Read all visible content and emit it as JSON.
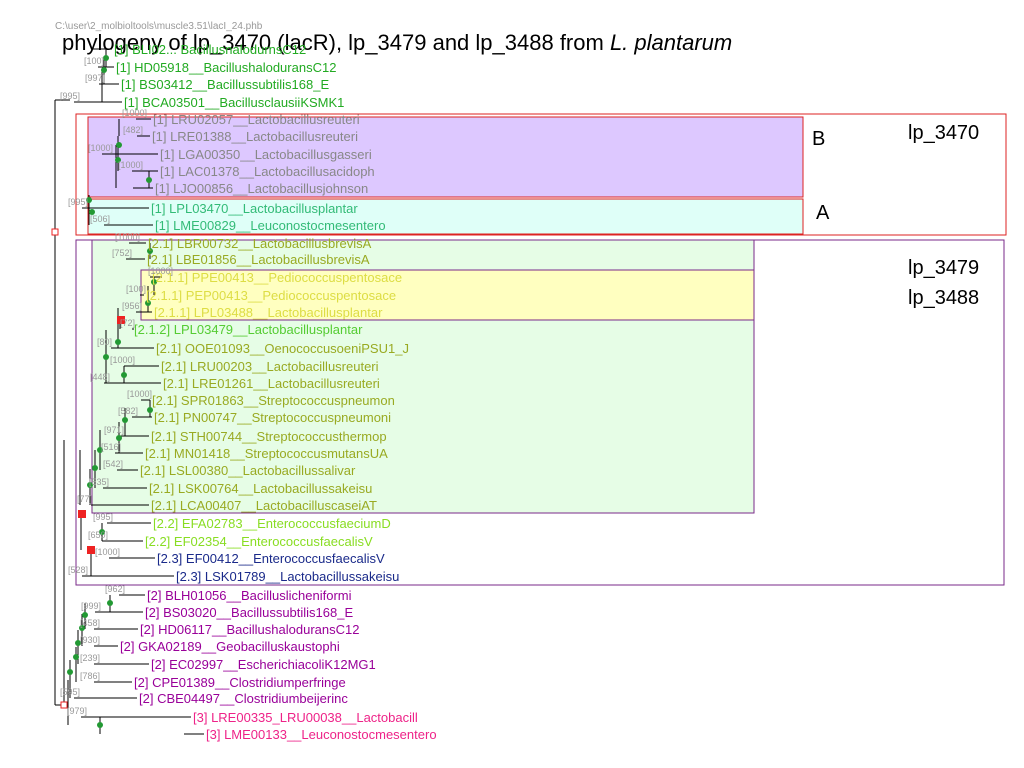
{
  "header": {
    "path": "C:\\user\\2_molbioltools\\muscle3.51\\lacI_24.phb",
    "title_main": "phylogeny of lp_3470 (lacR), lp_3479 and lp_3488 from ",
    "title_italic": "L. plantarum"
  },
  "labels": {
    "lp3470": "lp_3470",
    "lp3479": "lp_3479",
    "lp3488": "lp_3488",
    "B": "B",
    "A": "A"
  },
  "colors": {
    "group1": "#22aa22",
    "group_lactobac": "#888888",
    "group_lplant": "#33bb77",
    "group21": "#99aa22",
    "group211": "#dddd44",
    "group212": "#55cc33",
    "group22": "#88dd22",
    "group23": "#1a2a8a",
    "group2": "#990099",
    "group3": "#ee2288",
    "box_red": "#dd2222",
    "box_purple": "#7a2a8a",
    "fill_B": "#ddc8ff",
    "fill_A": "#dffff8",
    "fill_big": "#e6fde6",
    "fill_yellow": "#ffffc0",
    "node": "#229933",
    "node_red": "#ee2222"
  },
  "taxa": [
    {
      "label": "[1] BLI02... BacillusnalodurnsC12",
      "color": "#22aa22",
      "boot": ""
    },
    {
      "label": "[1] HD05918__BacillushaloduransC12",
      "color": "#22aa22",
      "boot": "[100]"
    },
    {
      "label": "[1] BS03412__Bacillussubtilis168_E",
      "color": "#22aa22",
      "boot": "[997]"
    },
    {
      "label": "[1] BCA03501__BacillusclausiiKSMK1",
      "color": "#22aa22",
      "boot": "[995]"
    },
    {
      "label": "[1] LRU02057__Lactobacillusreuteri",
      "color": "#888888",
      "boot": "[1000]"
    },
    {
      "label": "[1] LRE01388__Lactobacillusreuteri",
      "color": "#888888",
      "boot": "[482]"
    },
    {
      "label": "[1] LGA00350__Lactobacillusgasseri",
      "color": "#888888",
      "boot": "[1000]"
    },
    {
      "label": "[1] LAC01378__Lactobacillusacidoph",
      "color": "#888888",
      "boot": "[1000]"
    },
    {
      "label": "[1] LJO00856__Lactobacillusjohnson",
      "color": "#888888",
      "boot": ""
    },
    {
      "label": "[1] LPL03470__Lactobacillusplantar",
      "color": "#33bb77",
      "boot": "[995]"
    },
    {
      "label": "[1] LME00829__Leuconostocmesentero",
      "color": "#33bb77",
      "boot": "[506]"
    },
    {
      "label": "[2.1] LBR00732__LactobacillusbrevisA",
      "color": "#99aa22",
      "boot": "[1000]"
    },
    {
      "label": "[2.1] LBE01856__LactobacillusbrevisA",
      "color": "#99aa22",
      "boot": "[752]"
    },
    {
      "label": "[2.1.1] PPE00413__Pediococcuspentosace",
      "color": "#dddd44",
      "boot": "[1000]"
    },
    {
      "label": "[2.1.1] PEP00413__Pediococcuspentosace",
      "color": "#dddd44",
      "boot": "[100]"
    },
    {
      "label": "[2.1.1] LPL03488__Lactobacillusplantar",
      "color": "#dddd44",
      "boot": "[956]"
    },
    {
      "label": "[2.1.2] LPL03479__Lactobacillusplantar",
      "color": "#55cc33",
      "boot": "[72]"
    },
    {
      "label": "[2.1] OOE01093__OenococcusoeniPSU1_J",
      "color": "#99aa22",
      "boot": "[80]"
    },
    {
      "label": "[2.1] LRU00203__Lactobacillusreuteri",
      "color": "#99aa22",
      "boot": "[1000]"
    },
    {
      "label": "[2.1] LRE01261__Lactobacillusreuteri",
      "color": "#99aa22",
      "boot": "[448]"
    },
    {
      "label": "[2.1] SPR01863__Streptococcuspneumon",
      "color": "#99aa22",
      "boot": "[1000]"
    },
    {
      "label": "[2.1] PN00747__Streptococcuspneumoni",
      "color": "#99aa22",
      "boot": "[582]"
    },
    {
      "label": "[2.1] STH00744__Streptococcusthermop",
      "color": "#99aa22",
      "boot": "[971]"
    },
    {
      "label": "[2.1] MN01418__StreptococcusmutansUA",
      "color": "#99aa22",
      "boot": "[516]"
    },
    {
      "label": "[2.1] LSL00380__Lactobacillussalivar",
      "color": "#99aa22",
      "boot": "[542]"
    },
    {
      "label": "[2.1] LSK00764__Lactobacillussakeisu",
      "color": "#99aa22",
      "boot": "[535]"
    },
    {
      "label": "[2.1] LCA00407__LactobacilluscaseiAT",
      "color": "#99aa22",
      "boot": "[77]"
    },
    {
      "label": "[2.2] EFA02783__EnterococcusfaeciumD",
      "color": "#88dd22",
      "boot": "[995]"
    },
    {
      "label": "[2.2] EF02354__EnterococcusfaecalisV",
      "color": "#88dd22",
      "boot": "[650]"
    },
    {
      "label": "[2.3] EF00412__EnterococcusfaecalisV",
      "color": "#1a2a8a",
      "boot": "[1000]"
    },
    {
      "label": "[2.3] LSK01789__Lactobacillussakeisu",
      "color": "#1a2a8a",
      "boot": "[528]"
    },
    {
      "label": "[2] BLH01056__Bacilluslicheniformi",
      "color": "#990099",
      "boot": "[962]"
    },
    {
      "label": "[2] BS03020__Bacillussubtilis168_E",
      "color": "#990099",
      "boot": "[999]"
    },
    {
      "label": "[2] HD06117__BacillushaloduransC12",
      "color": "#990099",
      "boot": "[458]"
    },
    {
      "label": "[2] GKA02189__Geobacilluskaustophi",
      "color": "#990099",
      "boot": "[930]"
    },
    {
      "label": "[2] EC02997__EscherichiacoliK12MG1",
      "color": "#990099",
      "boot": "[239]"
    },
    {
      "label": "[2] CPE01389__Clostridiumperfringe",
      "color": "#990099",
      "boot": "[786]"
    },
    {
      "label": "[2] CBE04497__Clostridiumbeijerinc",
      "color": "#990099",
      "boot": "[595]"
    },
    {
      "label": "[3] LRE00335_LRU00038__Lactobacill",
      "color": "#ee2288",
      "boot": "[979]"
    },
    {
      "label": "[3] LME00133__Leuconostocmesentero",
      "color": "#ee2288",
      "boot": ""
    }
  ]
}
